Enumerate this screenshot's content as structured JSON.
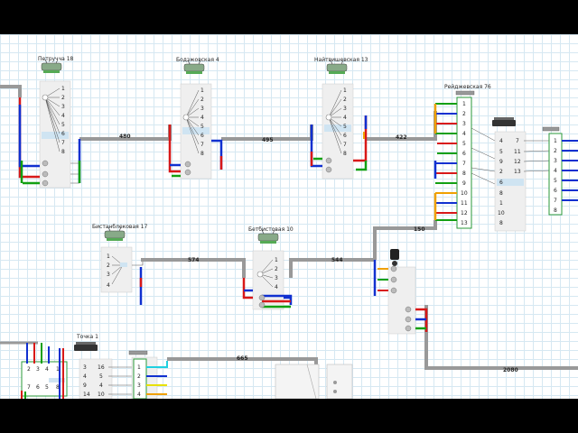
{
  "labels": {
    "petrucha": "Петручча 18",
    "bodzhovskaya": "Бодзжовская 4",
    "naytvishevskaya": "Найтвишевская 13",
    "reydzhevskaya": "Рейджевская 76",
    "bistanblekovaya": "Бистанблековая 17",
    "betbistovaya": "Бетбистовая 10",
    "tochka": "Точка 1"
  },
  "cables": {
    "c1": "480",
    "c2": "495",
    "c3": "422",
    "c4": "150",
    "c5": "574",
    "c6": "544",
    "c7": "2080",
    "c8": "665"
  },
  "ports8": [
    "1",
    "2",
    "3",
    "4",
    "5",
    "6",
    "7",
    "8"
  ],
  "ports4": [
    "1",
    "2",
    "3",
    "4"
  ],
  "reydzh_ports": [
    "1",
    "2",
    "3",
    "4",
    "5",
    "6",
    "7",
    "8",
    "9",
    "10",
    "11",
    "12",
    "13"
  ],
  "reydzh_switch_left": [
    "4",
    "5",
    "9",
    "2",
    "6",
    "8",
    "1",
    "10",
    "8"
  ],
  "reydzh_switch_right": [
    "7",
    "11",
    "12",
    "13"
  ],
  "reydzh_right_ports": [
    "1",
    "2",
    "3",
    "4",
    "5",
    "6",
    "7",
    "8"
  ],
  "tochka_top": [
    "2",
    "3",
    "4",
    "1"
  ],
  "tochka_bottom": [
    "7",
    "6",
    "5",
    "8"
  ],
  "tochka_mid_a": [
    "3",
    "4",
    "9",
    "14"
  ],
  "tochka_mid_b": [
    "16",
    "5",
    "4",
    "10"
  ],
  "tochka_right": [
    "1",
    "2",
    "3",
    "4"
  ],
  "colors": {
    "cable": "#999999",
    "blue": "#1030d0",
    "red": "#d81818",
    "green": "#12a012",
    "orange": "#f0a000",
    "yellow": "#e8e000",
    "cyan": "#20d0e0",
    "box_border": "#2a9a3a"
  }
}
